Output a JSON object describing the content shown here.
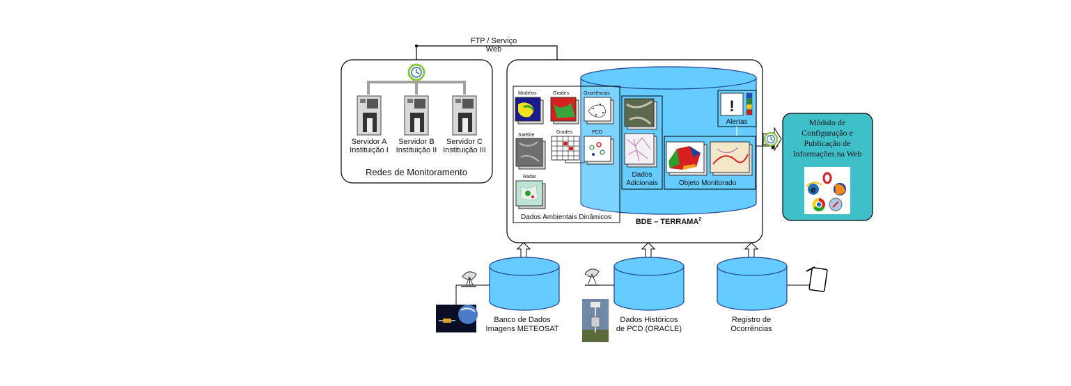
{
  "connection": {
    "label_line1": "FTP / Serviço",
    "label_line2": "Web"
  },
  "monitoring_networks": {
    "title": "Redes de Monitoramento",
    "servers": [
      {
        "line1": "Servidor A",
        "line2": "Instituição I"
      },
      {
        "line1": "Servidor B",
        "line2": "Instituição II"
      },
      {
        "line1": "Servidor C",
        "line2": "Instituição III"
      }
    ]
  },
  "database": {
    "name": "BDE – TERRAMA",
    "superscript": "2",
    "dynamic_data": {
      "title": "Dados Ambientais Dinâmicos",
      "items": [
        "Modelos",
        "Grades",
        "Ocorrências",
        "Satélite",
        "Grades",
        "PCD",
        "Radar"
      ]
    },
    "additional_data": {
      "line1": "Dados",
      "line2": "Adicionais"
    },
    "alerts": {
      "label": "Alertas",
      "symbol": "!",
      "colors": [
        "#1f4fbf",
        "#2e8b2e",
        "#f2d21b",
        "#d62020"
      ]
    },
    "monitored_object": {
      "label": "Objeto Monitorado"
    }
  },
  "web_module": {
    "line1": "Módulo de",
    "line2": "Configuração e",
    "line3": "Publicação de",
    "line4": "Informações na Web",
    "icons": [
      "opera-icon",
      "internet-explorer-icon",
      "firefox-icon",
      "chrome-icon",
      "safari-icon"
    ]
  },
  "bottom_databases": [
    {
      "line1": "Banco de Dados",
      "line2": "Imagens METEOSAT"
    },
    {
      "line1": "Dados Históricos",
      "line2": "de PCD (ORACLE)"
    },
    {
      "line1": "Registro de",
      "line2": "Ocorrências"
    }
  ],
  "colors": {
    "cylinder": "#66ccff",
    "cylinder_stroke": "#1e3f9a",
    "module_bg": "#3fc0c8",
    "server_gray": "#a0a0a0"
  }
}
